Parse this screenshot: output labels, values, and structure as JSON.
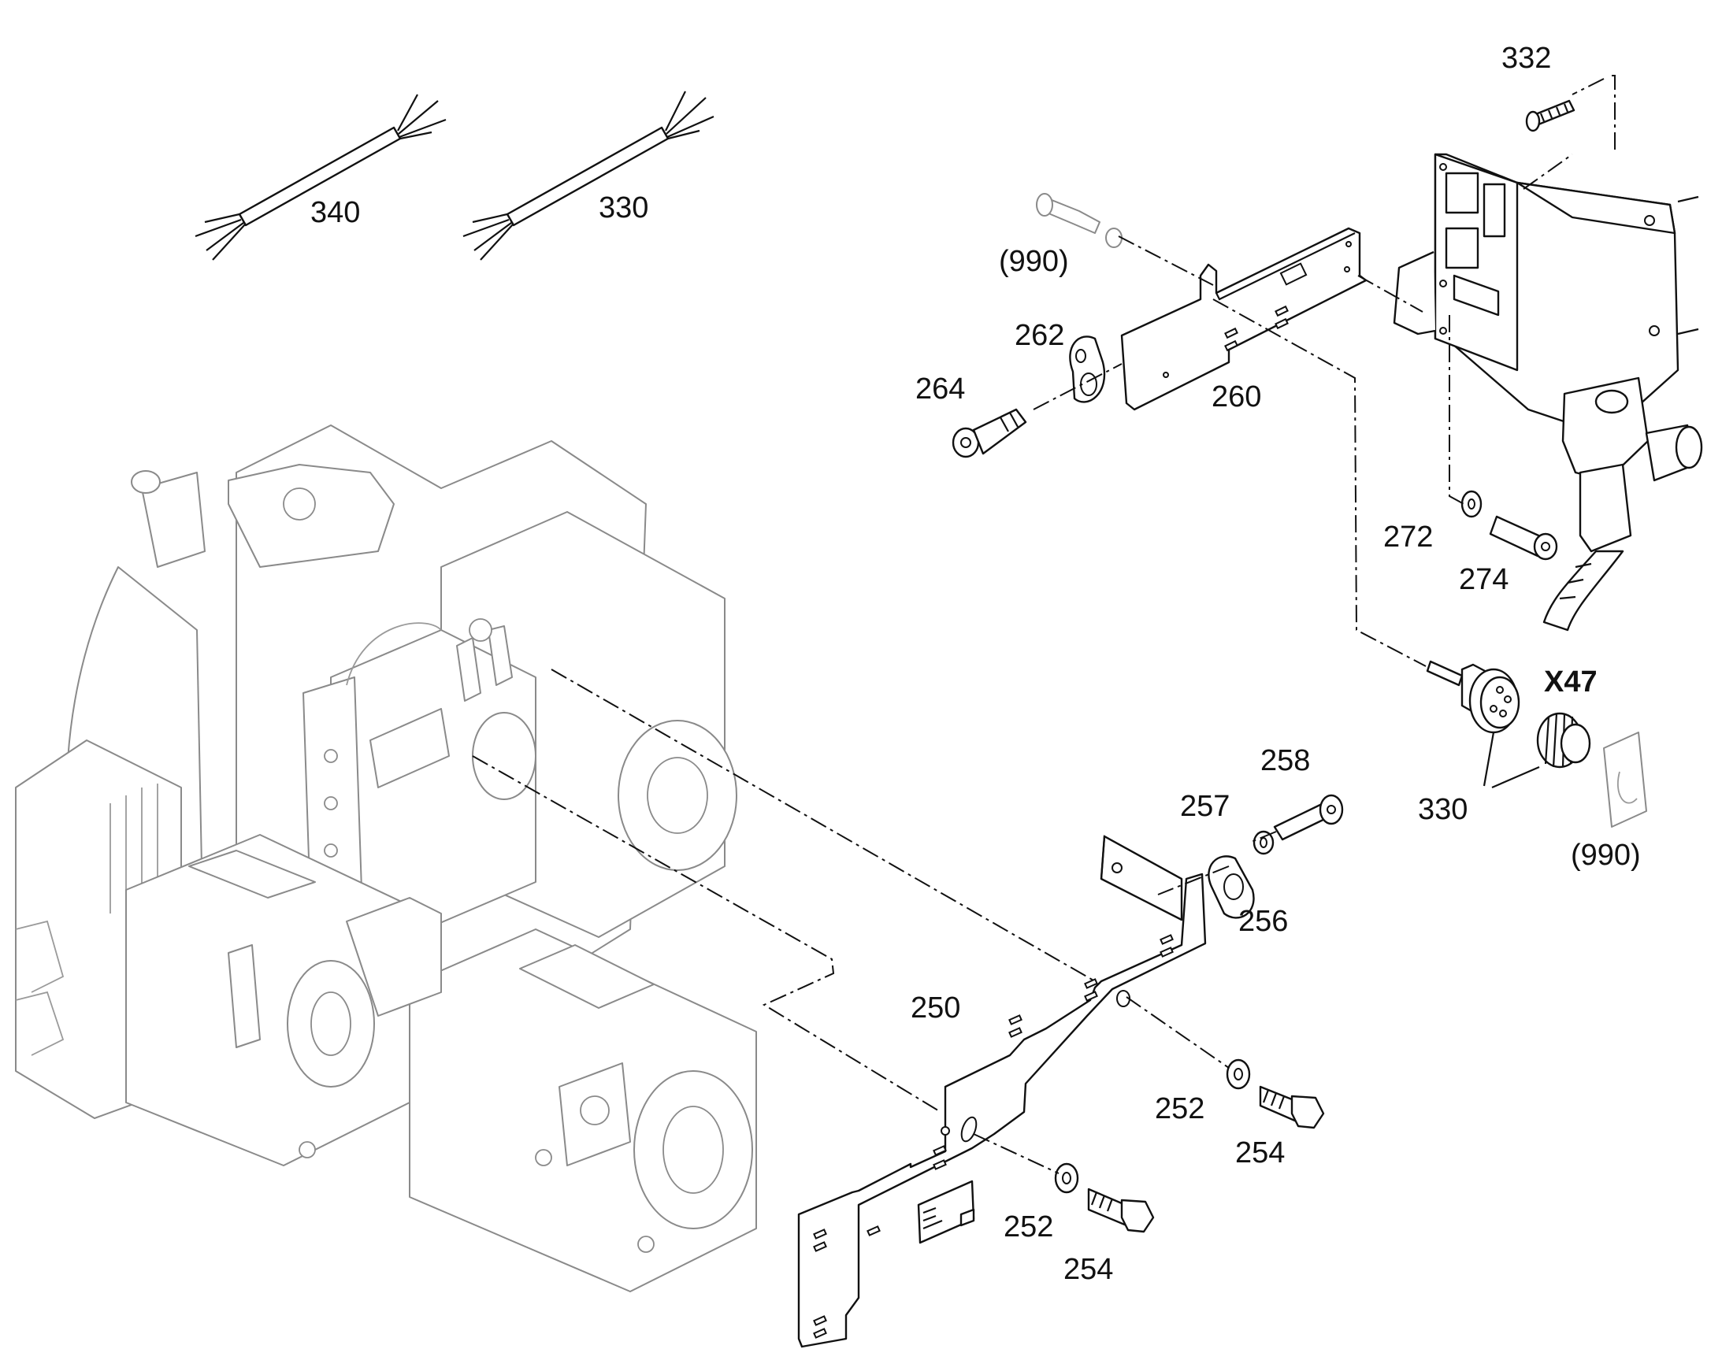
{
  "diagram": {
    "labels": {
      "p340": "340",
      "p330_cable": "330",
      "p332": "332",
      "p990_top": "(990)",
      "p262": "262",
      "p264": "264",
      "p260": "260",
      "p272": "272",
      "p274": "274",
      "x47": "X47",
      "p330_connector": "330",
      "p990_right": "(990)",
      "p258": "258",
      "p257": "257",
      "p256": "256",
      "p250": "250",
      "p252_right": "252",
      "p254_right": "254",
      "p252_left": "252",
      "p254_left": "254"
    }
  }
}
